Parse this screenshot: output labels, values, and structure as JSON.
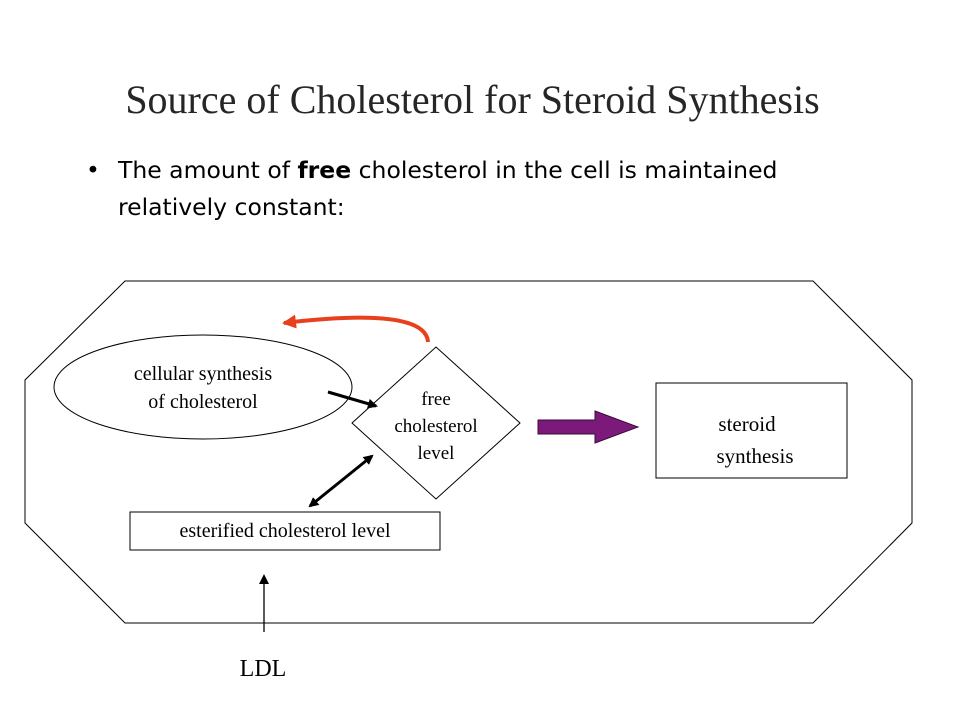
{
  "slide": {
    "title": "Source of Cholesterol for Steroid Synthesis",
    "bullet": {
      "prefix": "The amount of ",
      "bold": "free",
      "suffix": " cholesterol in the cell is maintained relatively constant:"
    }
  },
  "diagram": {
    "nodes": {
      "cellular_synthesis": [
        "cellular synthesis",
        "of cholesterol"
      ],
      "free_cholesterol": [
        "free",
        "cholesterol",
        "level"
      ],
      "steroid_synthesis": [
        "steroid",
        "synthesis"
      ],
      "esterified": "esterified cholesterol level",
      "ldl": "LDL"
    },
    "colors": {
      "feedback_arrow": "#e8401c",
      "big_arrow": "#7b1a7b",
      "lines": "#000000"
    }
  }
}
